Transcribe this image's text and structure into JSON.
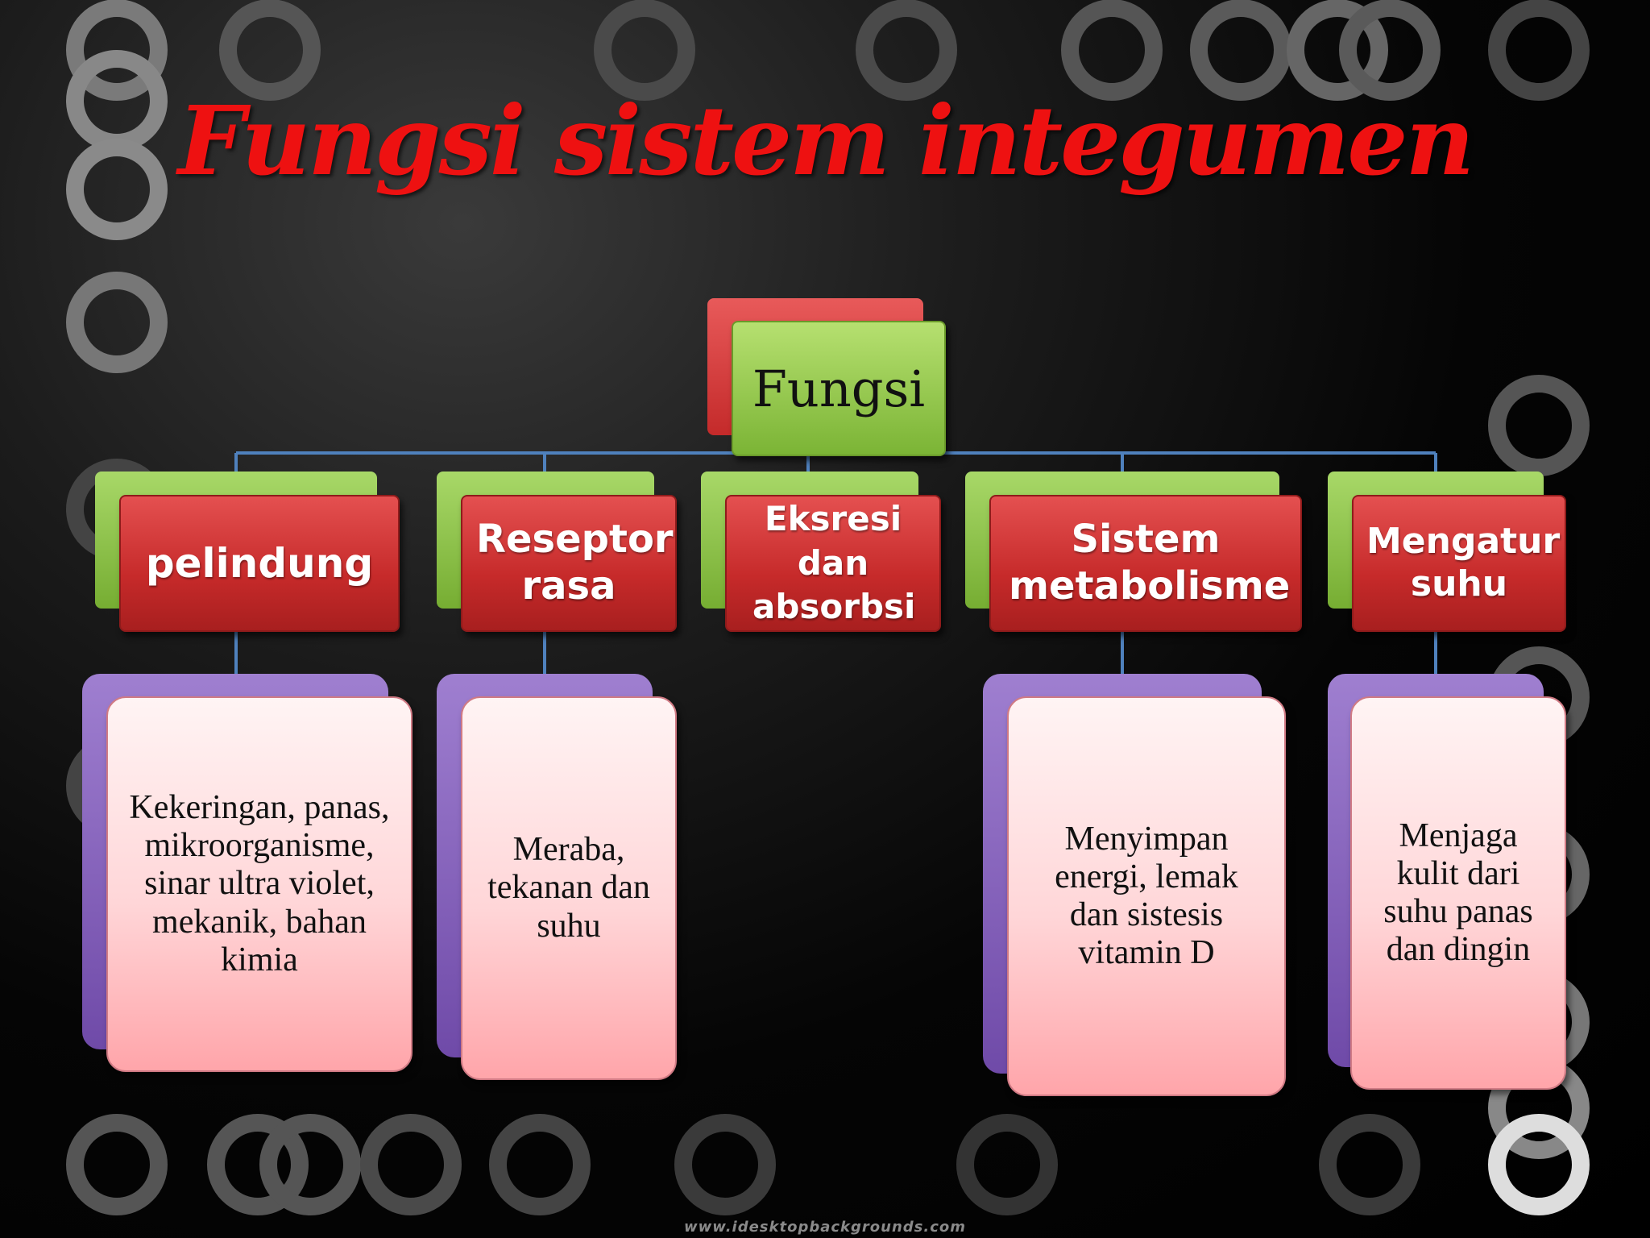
{
  "title": "Fungsi sistem integumen",
  "root": {
    "label": "Fungsi"
  },
  "categories": [
    {
      "label": "pelindung"
    },
    {
      "label": "Reseptor rasa"
    },
    {
      "label": "Eksresi dan absorbsi"
    },
    {
      "label": "Sistem metabolisme"
    },
    {
      "label": "Mengatur suhu"
    }
  ],
  "descriptions": [
    {
      "text": "Kekeringan, panas, mikroorganisme, sinar ultra violet, mekanik, bahan kimia"
    },
    {
      "text": "Meraba, tekanan dan suhu"
    },
    {
      "text": "Menyimpan energi, lemak dan sistesis vitamin D"
    },
    {
      "text": "Menjaga kulit dari suhu panas dan dingin"
    }
  ],
  "watermark": "www.idesktopbackgrounds.com",
  "colors": {
    "title": "#ee1111",
    "root_fill": "#8dc63f",
    "category_fill": "#c9302c",
    "description_fill": "#ffc8cc",
    "description_shadow": "#7f5bb8",
    "connector": "#4f81bd"
  }
}
